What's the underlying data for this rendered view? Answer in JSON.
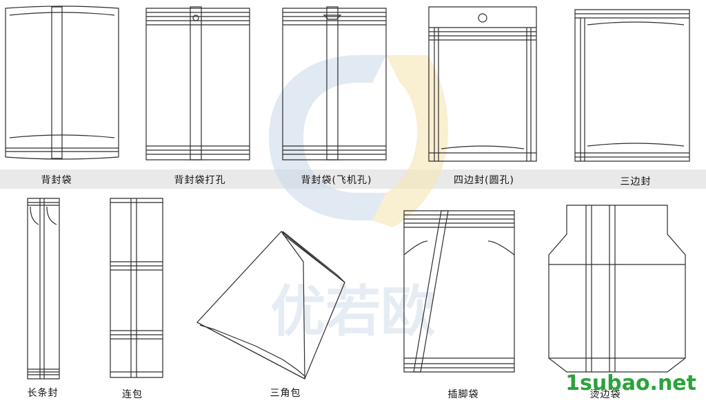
{
  "labels": {
    "back_seal": "背封袋",
    "back_seal_hole": "背封袋打孔",
    "back_seal_airplane_hole": "背封袋(飞机孔)",
    "four_side_round_hole": "四边封(圆孔)",
    "three_side": "三边封",
    "long_strip": "长条封",
    "linked_pack": "连包",
    "triangle_pack": "三角包",
    "stand_foot_bag": "插脚袋",
    "ironed_edge_bag": "烫边袋"
  },
  "watermark": {
    "brand_text": "优若欧",
    "site_text": "1subao.net",
    "site_color": "#2aa33a"
  },
  "colors": {
    "line": "#2b2b2b",
    "band": "#e9e9e9",
    "logo_blue": "#c9d7e8",
    "logo_yellow": "#f6e7b9"
  }
}
